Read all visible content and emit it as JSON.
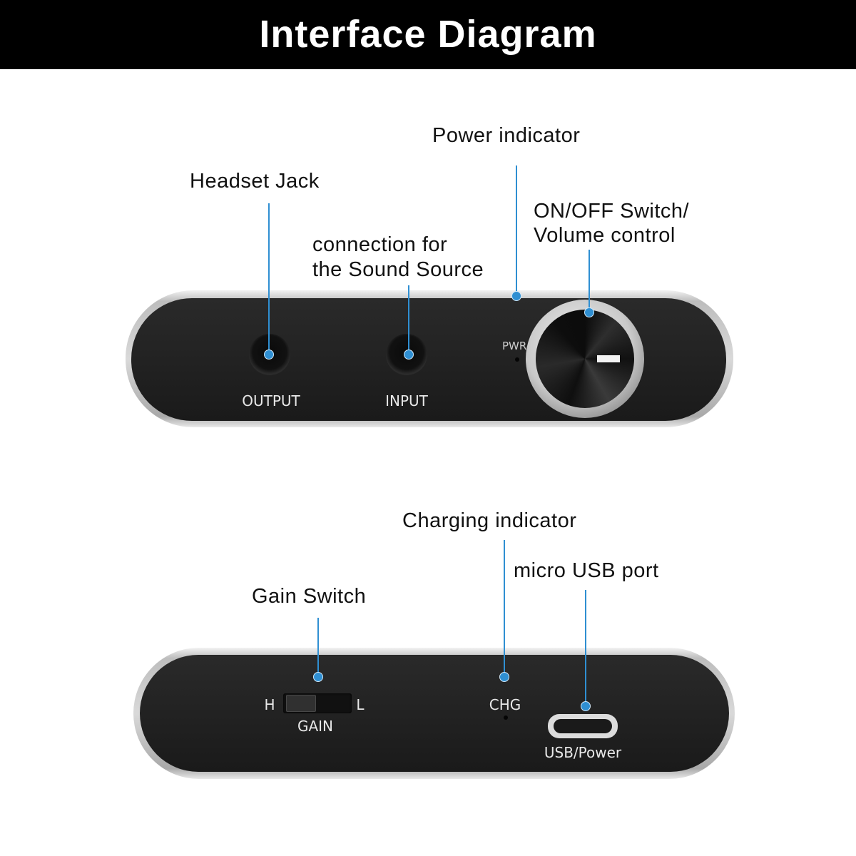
{
  "header": {
    "title": "Interface Diagram"
  },
  "front_panel": {
    "callouts": {
      "headset_jack": "Headset Jack",
      "sound_source_line1": "connection for",
      "sound_source_line2": "the Sound Source",
      "power_indicator": "Power indicator",
      "onoff_line1": "ON/OFF Switch/",
      "onoff_line2": "Volume control"
    },
    "labels": {
      "output": "OUTPUT",
      "input": "INPUT",
      "pwr": "PWR"
    }
  },
  "back_panel": {
    "callouts": {
      "gain_switch": "Gain Switch",
      "charging_indicator": "Charging indicator",
      "micro_usb": "micro USB port"
    },
    "labels": {
      "h": "H",
      "l": "L",
      "gain": "GAIN",
      "chg": "CHG",
      "usb_power": "USB/Power"
    }
  },
  "colors": {
    "leader": "#2f8fd2",
    "panel_face": "#232323",
    "header_bg": "#000000"
  }
}
